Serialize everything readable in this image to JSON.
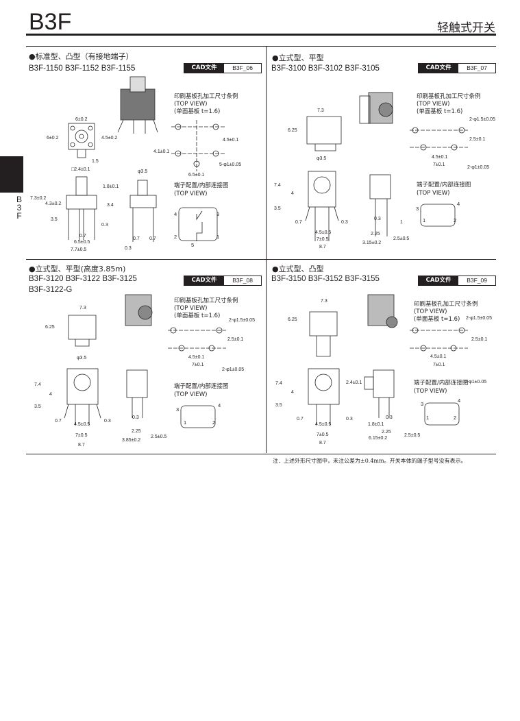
{
  "header": {
    "title": "B3F",
    "category": "轻触式开关"
  },
  "side_tab": {
    "text": "B 3 F"
  },
  "common": {
    "cad_label": "CAD文件",
    "pcb_title": "印刷基板孔加工尺寸条例",
    "top_view": "(TOP VIEW)",
    "pcb_sub": "(单面基板  t=1.6)",
    "terminal_title": "端子配置/内部连接图"
  },
  "panels": [
    {
      "title": "●标准型、凸型（有接地端子）",
      "models": "B3F-1150    B3F-1152    B3F-1155",
      "cad_code": "B3F_06",
      "dims": [
        "6±0.2",
        "6±0.2",
        "4.5±0.2",
        "1.5",
        "□2.4±0.1",
        "1.8±0.1",
        "7.3±0.2",
        "4.3±0.2",
        "3.4",
        "3.5",
        "0.3",
        "0.7",
        "6.5±0.5",
        "7.7±0.5",
        "φ3.5",
        "0.7",
        "0.7",
        "0.3",
        "4.5±0.1",
        "4.1±0.1",
        "5-φ1±0.05",
        "6.5±0.1"
      ],
      "terminals": [
        "4",
        "3",
        "2",
        "1",
        "5"
      ]
    },
    {
      "title": "●立式型、平型",
      "models": "B3F-3100    B3F-3102    B3F-3105",
      "cad_code": "B3F_07",
      "dims": [
        "7.3",
        "6.25",
        "φ3.5",
        "7.4",
        "4",
        "3.5",
        "0.7",
        "0.3",
        "4.5±0.5",
        "7±0.5",
        "8.7",
        "0.3",
        "1",
        "2.25",
        "3.15±0.2",
        "2.5±0.5",
        "2-φ1.5±0.05",
        "2.5±0.1",
        "4.5±0.1",
        "7±0.1",
        "2-φ1±0.05"
      ],
      "terminals": [
        "3",
        "4",
        "1",
        "2"
      ]
    },
    {
      "title": "●立式型、平型(高度3.85m)",
      "models": "B3F-3120    B3F-3122    B3F-3125",
      "models2": "B3F-3122-G",
      "cad_code": "B3F_08",
      "dims": [
        "7.3",
        "6.25",
        "φ3.5",
        "7.4",
        "4",
        "3.5",
        "0.7",
        "0.3",
        "4.5±0.5",
        "7±0.5",
        "8.7",
        "0.3",
        "2.25",
        "3.85±0.2",
        "2.5±0.5",
        "2-φ1.5±0.05",
        "2.5±0.1",
        "4.5±0.1",
        "7±0.1",
        "2-φ1±0.05"
      ],
      "terminals": [
        "3",
        "4",
        "1",
        "2"
      ]
    },
    {
      "title": "●立式型、凸型",
      "models": "B3F-3150    B3F-3152    B3F-3155",
      "cad_code": "B3F_09",
      "dims": [
        "7.3",
        "6.25",
        "7.4",
        "4",
        "3.5",
        "0.7",
        "0.3",
        "4.5±0.5",
        "7±0.5",
        "8.7",
        "2.4±0.1",
        "1.8±0.1",
        "0.3",
        "2.25",
        "6.15±0.2",
        "2.5±0.5",
        "2-φ1.5±0.05",
        "2.5±0.1",
        "4.5±0.1",
        "7±0.1",
        "2-φ1±0.05"
      ],
      "terminals": [
        "3",
        "4",
        "1",
        "2"
      ]
    }
  ],
  "footnote": "注．上述外形尺寸图中，未注公差为±0.4mm。开关本体的端子型号没有表示。"
}
